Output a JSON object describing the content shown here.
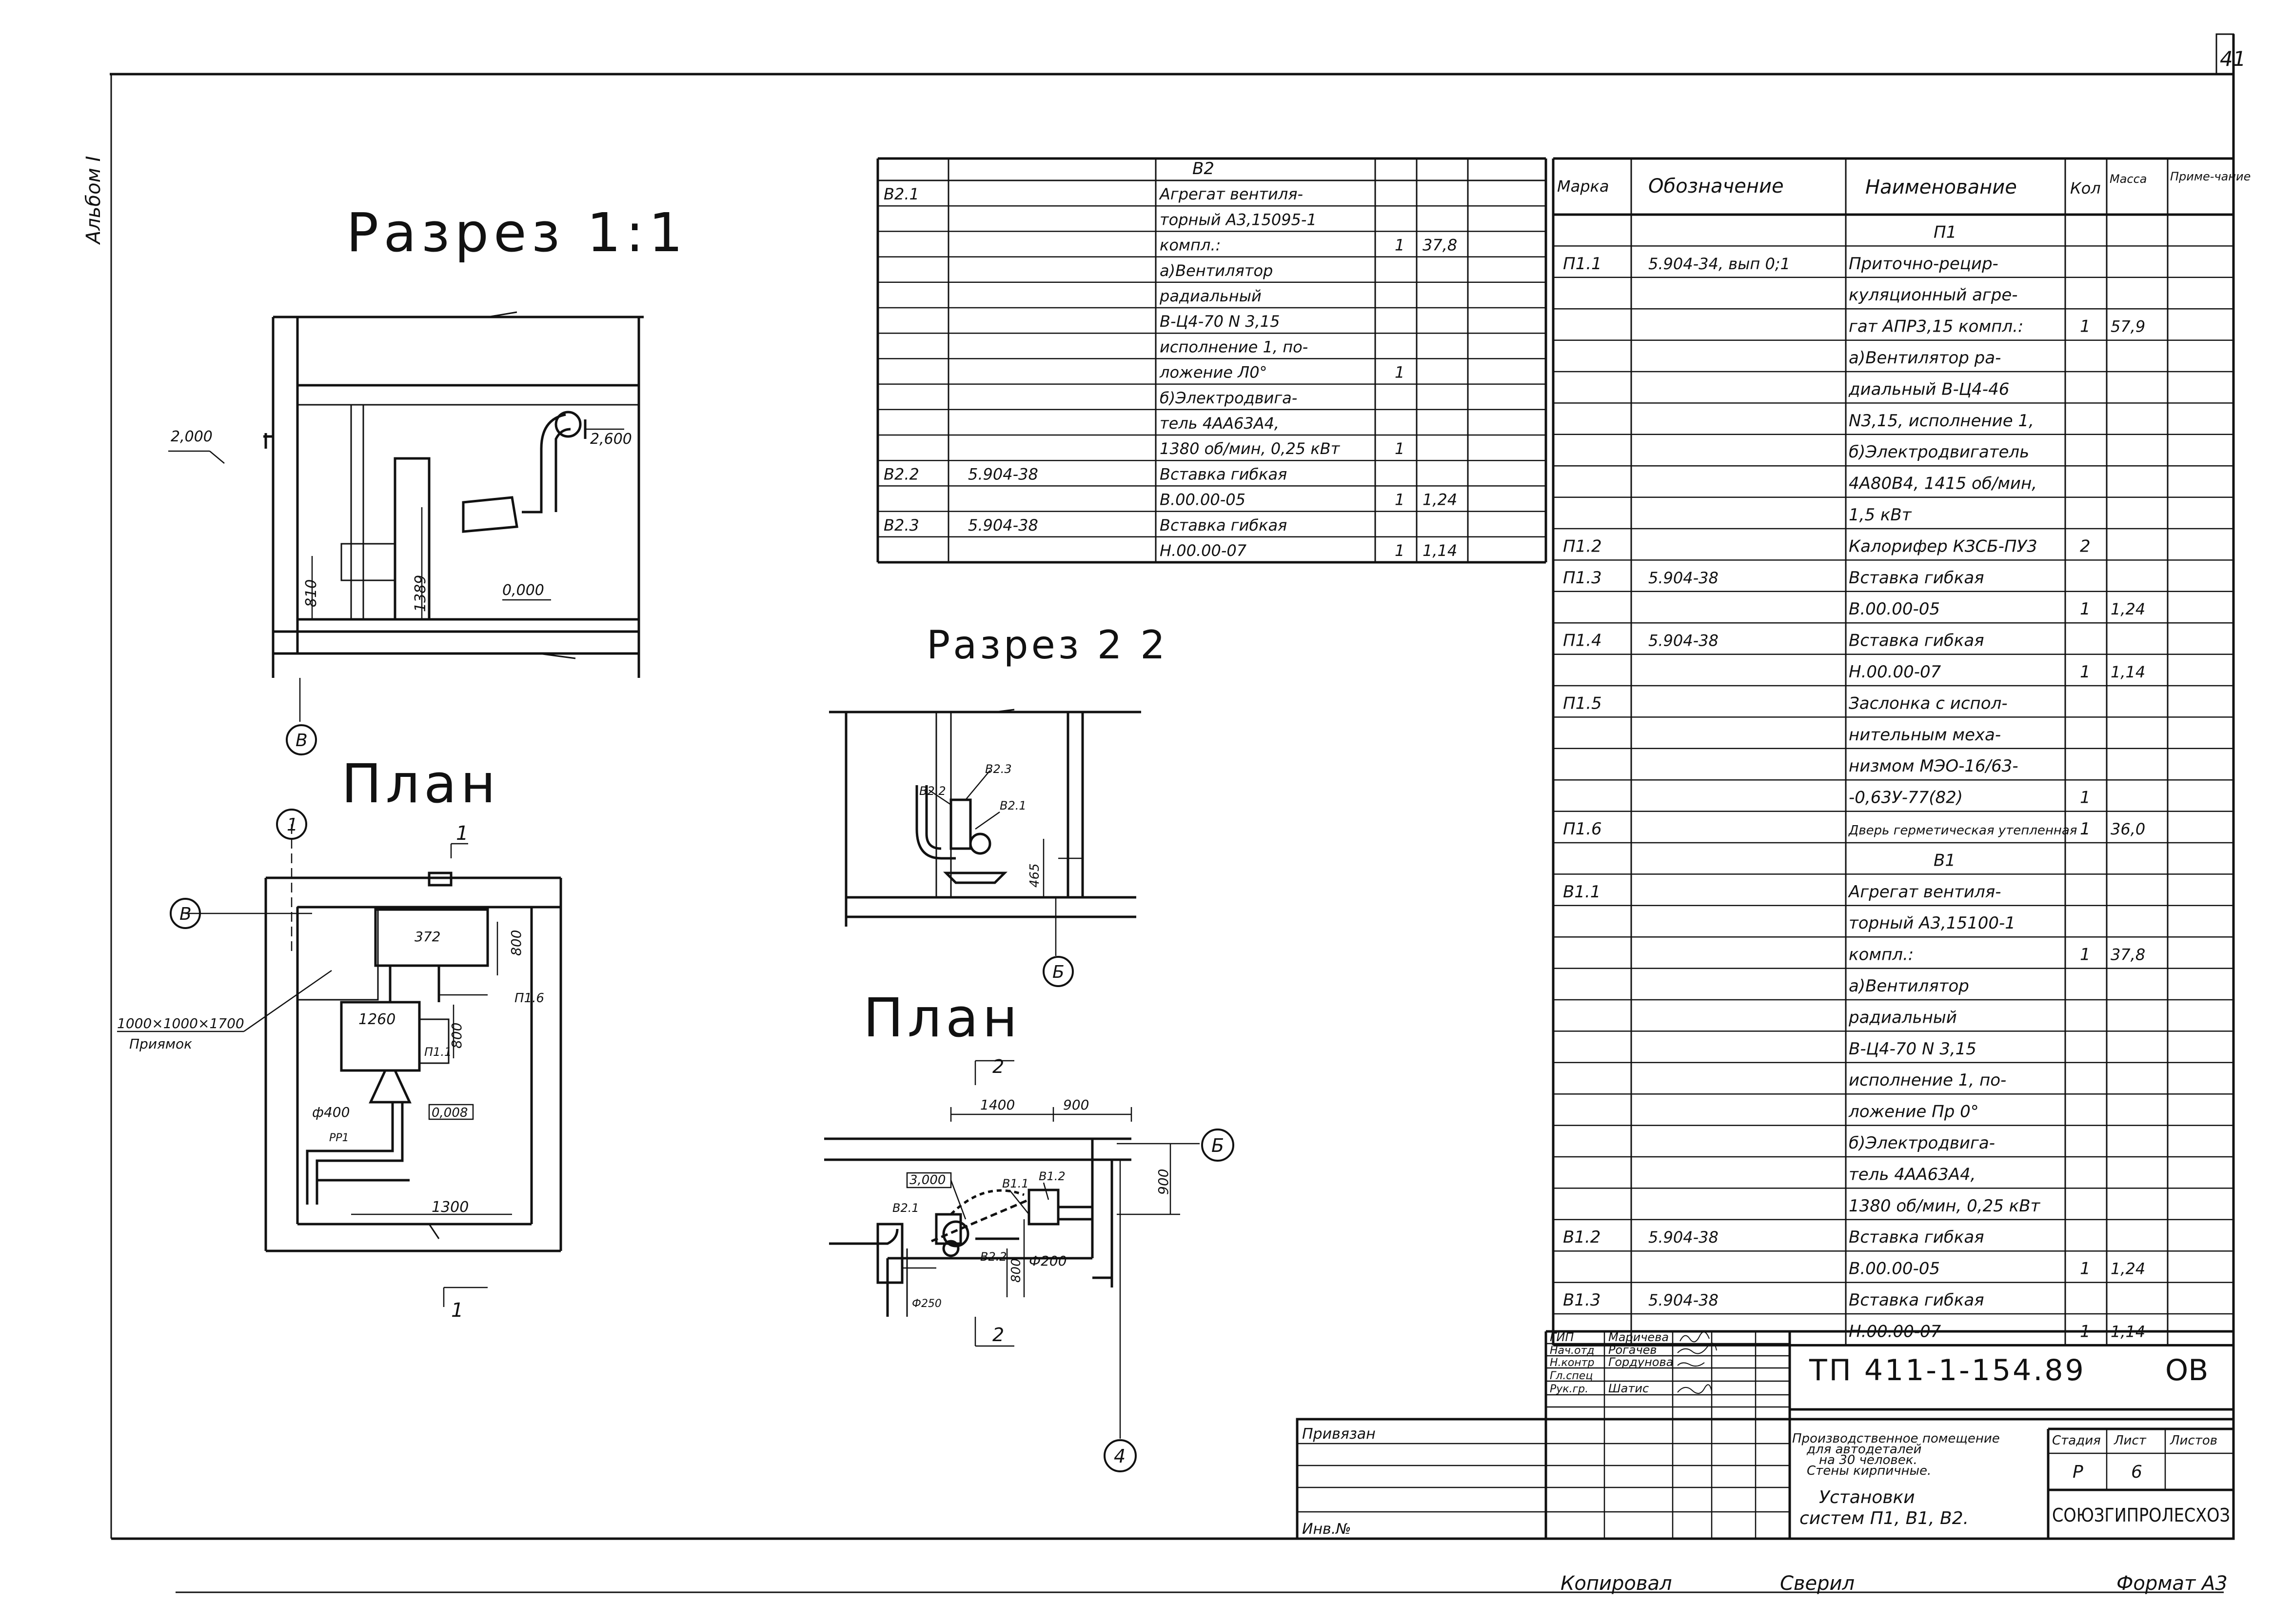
{
  "sheet": {
    "page_number": "41",
    "side_note": "Альбом I",
    "format_note": "Формат А3",
    "copied_note": "Копировал",
    "checked_note": "Сверил"
  },
  "section_1": {
    "title": "Разрез 1:1",
    "labels": {
      "level_2000": "2,000",
      "level_2600": "2,600",
      "level_0000": "0,000",
      "dim_810": "810",
      "dim_1389": "1389",
      "axis_B": "В"
    }
  },
  "plan_1": {
    "title": "План",
    "labels": {
      "axis_1": "1",
      "axis_B": "В",
      "pit": "1000×1000×1700",
      "pit_caption": "Приямок",
      "dim_800a": "800",
      "dim_800b": "800",
      "dim_1260": "1260",
      "dim_372": "372",
      "p16": "П1.6",
      "p11": "П1.1",
      "level_0008": "0,008",
      "phi400": "ф400",
      "pp1": "РР1",
      "dim_1300": "1300",
      "cut_1_top": "1",
      "cut_1_bottom": "1"
    }
  },
  "section_2": {
    "title": "Разрез 2 2",
    "labels": {
      "b22": "В2.2",
      "b23": "В2.3",
      "b21": "В2.1",
      "dim_465": "465",
      "axis_B": "Б"
    }
  },
  "plan_2": {
    "title": "План",
    "labels": {
      "cut_2_top": "2",
      "cut_2_bottom": "2",
      "dim_1400": "1400",
      "dim_900a": "900",
      "dim_900b": "900",
      "axis_B": "Б",
      "axis_4": "4",
      "level_3000": "3,000",
      "b11": "В1.1",
      "b12": "В1.2",
      "b21": "В2.1",
      "b22": "В2.2",
      "dim_800": "800",
      "phi200": "Ф200",
      "phi250": "Ф250"
    }
  },
  "spec_left": {
    "group_header": "В2",
    "rows": [
      {
        "mark": "В2.1",
        "desig": "",
        "name": "Агрегат вентиля-",
        "qty": "",
        "mass": ""
      },
      {
        "mark": "",
        "desig": "",
        "name": "торный А3,15095-1",
        "qty": "",
        "mass": ""
      },
      {
        "mark": "",
        "desig": "",
        "name": "компл.:",
        "qty": "1",
        "mass": "37,8"
      },
      {
        "mark": "",
        "desig": "",
        "name": "а)Вентилятор",
        "qty": "",
        "mass": ""
      },
      {
        "mark": "",
        "desig": "",
        "name": "радиальный",
        "qty": "",
        "mass": ""
      },
      {
        "mark": "",
        "desig": "",
        "name": "В-Ц4-70 N 3,15",
        "qty": "",
        "mass": ""
      },
      {
        "mark": "",
        "desig": "",
        "name": "исполнение 1, по-",
        "qty": "",
        "mass": ""
      },
      {
        "mark": "",
        "desig": "",
        "name": "ложение Л0°",
        "qty": "1",
        "mass": ""
      },
      {
        "mark": "",
        "desig": "",
        "name": "б)Электродвига-",
        "qty": "",
        "mass": ""
      },
      {
        "mark": "",
        "desig": "",
        "name": "тель 4АА63А4,",
        "qty": "",
        "mass": ""
      },
      {
        "mark": "",
        "desig": "",
        "name": "1380 об/мин, 0,25 кВт",
        "qty": "1",
        "mass": ""
      },
      {
        "mark": "В2.2",
        "desig": "5.904-38",
        "name": "Вставка гибкая",
        "qty": "",
        "mass": ""
      },
      {
        "mark": "",
        "desig": "",
        "name": "В.00.00-05",
        "qty": "1",
        "mass": "1,24"
      },
      {
        "mark": "В2.3",
        "desig": "5.904-38",
        "name": "Вставка гибкая",
        "qty": "",
        "mass": ""
      },
      {
        "mark": "",
        "desig": "",
        "name": "Н.00.00-07",
        "qty": "1",
        "mass": "1,14"
      }
    ]
  },
  "spec_right": {
    "headers": {
      "mark": "Марка",
      "desig": "Обозначение",
      "name": "Наименование",
      "qty": "Кол",
      "mass": "Масса",
      "note": "Приме-чание"
    },
    "rows": [
      {
        "mark": "",
        "desig": "",
        "name": "П1",
        "qty": "",
        "mass": ""
      },
      {
        "mark": "П1.1",
        "desig": "5.904-34, вып 0;1",
        "name": "Приточно-рецир-",
        "qty": "",
        "mass": ""
      },
      {
        "mark": "",
        "desig": "",
        "name": "куляционный агре-",
        "qty": "",
        "mass": ""
      },
      {
        "mark": "",
        "desig": "",
        "name": "гат АПР3,15 компл.:",
        "qty": "1",
        "mass": "57,9"
      },
      {
        "mark": "",
        "desig": "",
        "name": "а)Вентилятор ра-",
        "qty": "",
        "mass": ""
      },
      {
        "mark": "",
        "desig": "",
        "name": "диальный В-Ц4-46",
        "qty": "",
        "mass": ""
      },
      {
        "mark": "",
        "desig": "",
        "name": "N3,15, исполнение 1,",
        "qty": "",
        "mass": ""
      },
      {
        "mark": "",
        "desig": "",
        "name": "б)Электродвигатель",
        "qty": "",
        "mass": ""
      },
      {
        "mark": "",
        "desig": "",
        "name": "4А80В4, 1415 об/мин,",
        "qty": "",
        "mass": ""
      },
      {
        "mark": "",
        "desig": "",
        "name": "1,5 кВт",
        "qty": "",
        "mass": ""
      },
      {
        "mark": "П1.2",
        "desig": "",
        "name": "Калорифер КЗСБ-ПУ3",
        "qty": "2",
        "mass": ""
      },
      {
        "mark": "П1.3",
        "desig": "5.904-38",
        "name": "Вставка гибкая",
        "qty": "",
        "mass": ""
      },
      {
        "mark": "",
        "desig": "",
        "name": "В.00.00-05",
        "qty": "1",
        "mass": "1,24"
      },
      {
        "mark": "П1.4",
        "desig": "5.904-38",
        "name": "Вставка гибкая",
        "qty": "",
        "mass": ""
      },
      {
        "mark": "",
        "desig": "",
        "name": "Н.00.00-07",
        "qty": "1",
        "mass": "1,14"
      },
      {
        "mark": "П1.5",
        "desig": "",
        "name": "Заслонка с испол-",
        "qty": "",
        "mass": ""
      },
      {
        "mark": "",
        "desig": "",
        "name": "нительным меха-",
        "qty": "",
        "mass": ""
      },
      {
        "mark": "",
        "desig": "",
        "name": "низмом МЭО-16/63-",
        "qty": "",
        "mass": ""
      },
      {
        "mark": "",
        "desig": "",
        "name": "-0,63У-77(82)",
        "qty": "1",
        "mass": ""
      },
      {
        "mark": "П1.6",
        "desig": "",
        "name": "Дверь герметическая утепленная",
        "qty": "1",
        "mass": "36,0"
      },
      {
        "mark": "",
        "desig": "",
        "name": "В1",
        "qty": "",
        "mass": ""
      },
      {
        "mark": "В1.1",
        "desig": "",
        "name": "Агрегат вентиля-",
        "qty": "",
        "mass": ""
      },
      {
        "mark": "",
        "desig": "",
        "name": "торный А3,15100-1",
        "qty": "",
        "mass": ""
      },
      {
        "mark": "",
        "desig": "",
        "name": "компл.:",
        "qty": "1",
        "mass": "37,8"
      },
      {
        "mark": "",
        "desig": "",
        "name": "а)Вентилятор",
        "qty": "",
        "mass": ""
      },
      {
        "mark": "",
        "desig": "",
        "name": "радиальный",
        "qty": "",
        "mass": ""
      },
      {
        "mark": "",
        "desig": "",
        "name": "В-Ц4-70 N 3,15",
        "qty": "",
        "mass": ""
      },
      {
        "mark": "",
        "desig": "",
        "name": "исполнение 1, по-",
        "qty": "",
        "mass": ""
      },
      {
        "mark": "",
        "desig": "",
        "name": "ложение Пр 0°",
        "qty": "",
        "mass": ""
      },
      {
        "mark": "",
        "desig": "",
        "name": "б)Электродвига-",
        "qty": "",
        "mass": ""
      },
      {
        "mark": "",
        "desig": "",
        "name": "тель 4АА63А4,",
        "qty": "",
        "mass": ""
      },
      {
        "mark": "",
        "desig": "",
        "name": "1380 об/мин, 0,25 кВт",
        "qty": "",
        "mass": ""
      },
      {
        "mark": "В1.2",
        "desig": "5.904-38",
        "name": "Вставка гибкая",
        "qty": "",
        "mass": ""
      },
      {
        "mark": "",
        "desig": "",
        "name": "В.00.00-05",
        "qty": "1",
        "mass": "1,24"
      },
      {
        "mark": "В1.3",
        "desig": "5.904-38",
        "name": "Вставка гибкая",
        "qty": "",
        "mass": ""
      },
      {
        "mark": "",
        "desig": "",
        "name": "Н.00.00-07",
        "qty": "1",
        "mass": "1,14"
      }
    ]
  },
  "title_block": {
    "code": "ТП 411-1-154.89",
    "mark": "ОВ",
    "roles": [
      "ГИП",
      "Нач.отд",
      "Н.контр",
      "Гл.спец",
      "Рук.гр."
    ],
    "names": [
      "Маричева",
      "Рогачев",
      "Гордунова",
      "",
      "Шатис"
    ],
    "attached_label": "Привязан",
    "inv_label": "Инв.№",
    "description": [
      "Производственное помещение",
      "для автодеталей",
      "на 30 человек.",
      "Стены кирпичные."
    ],
    "sheet_title": [
      "Установки",
      "систем П1, В1, В2."
    ],
    "stage_header": "Стадия",
    "sheet_header": "Лист",
    "sheets_header": "Листов",
    "stage": "Р",
    "sheet": "6",
    "sheets": "",
    "org": "СОЮЗГИПРОЛЕСХОЗ"
  }
}
